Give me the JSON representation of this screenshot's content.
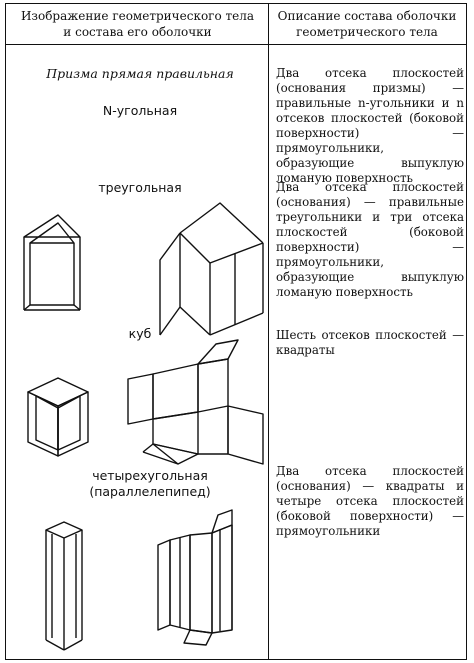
{
  "header": {
    "left_line1": "Изображение геометрического тела",
    "left_line2": "и состава его оболочки",
    "right_line1": "Описание состава оболочки",
    "right_line2": "геометрического тела"
  },
  "section_title": "Призма прямая правильная",
  "rows": [
    {
      "label": "N-угольная",
      "description": "Два отсека плоскостей (основания призмы) — правильные n-угольники и n отсеков плоскостей (боковой поверхности) — прямоугольники, образующие выпуклую ломаную поверхность"
    },
    {
      "label": "треугольная",
      "description": "Два отсека плоскостей (основания) — правильные треугольники и три отсека плоскостей (боковой поверхности) — прямоугольники, образующие выпуклую ломаную поверхность"
    },
    {
      "label": "куб",
      "description": "Шесть отсеков плоскостей — квадраты"
    },
    {
      "label_line1": "четырехугольная",
      "label_line2": "(параллелепипед)",
      "description": "Два отсека плоскостей (основания) — квадраты и четыре отсека плоскостей (боковой поверхности) — прямоугольники"
    }
  ]
}
